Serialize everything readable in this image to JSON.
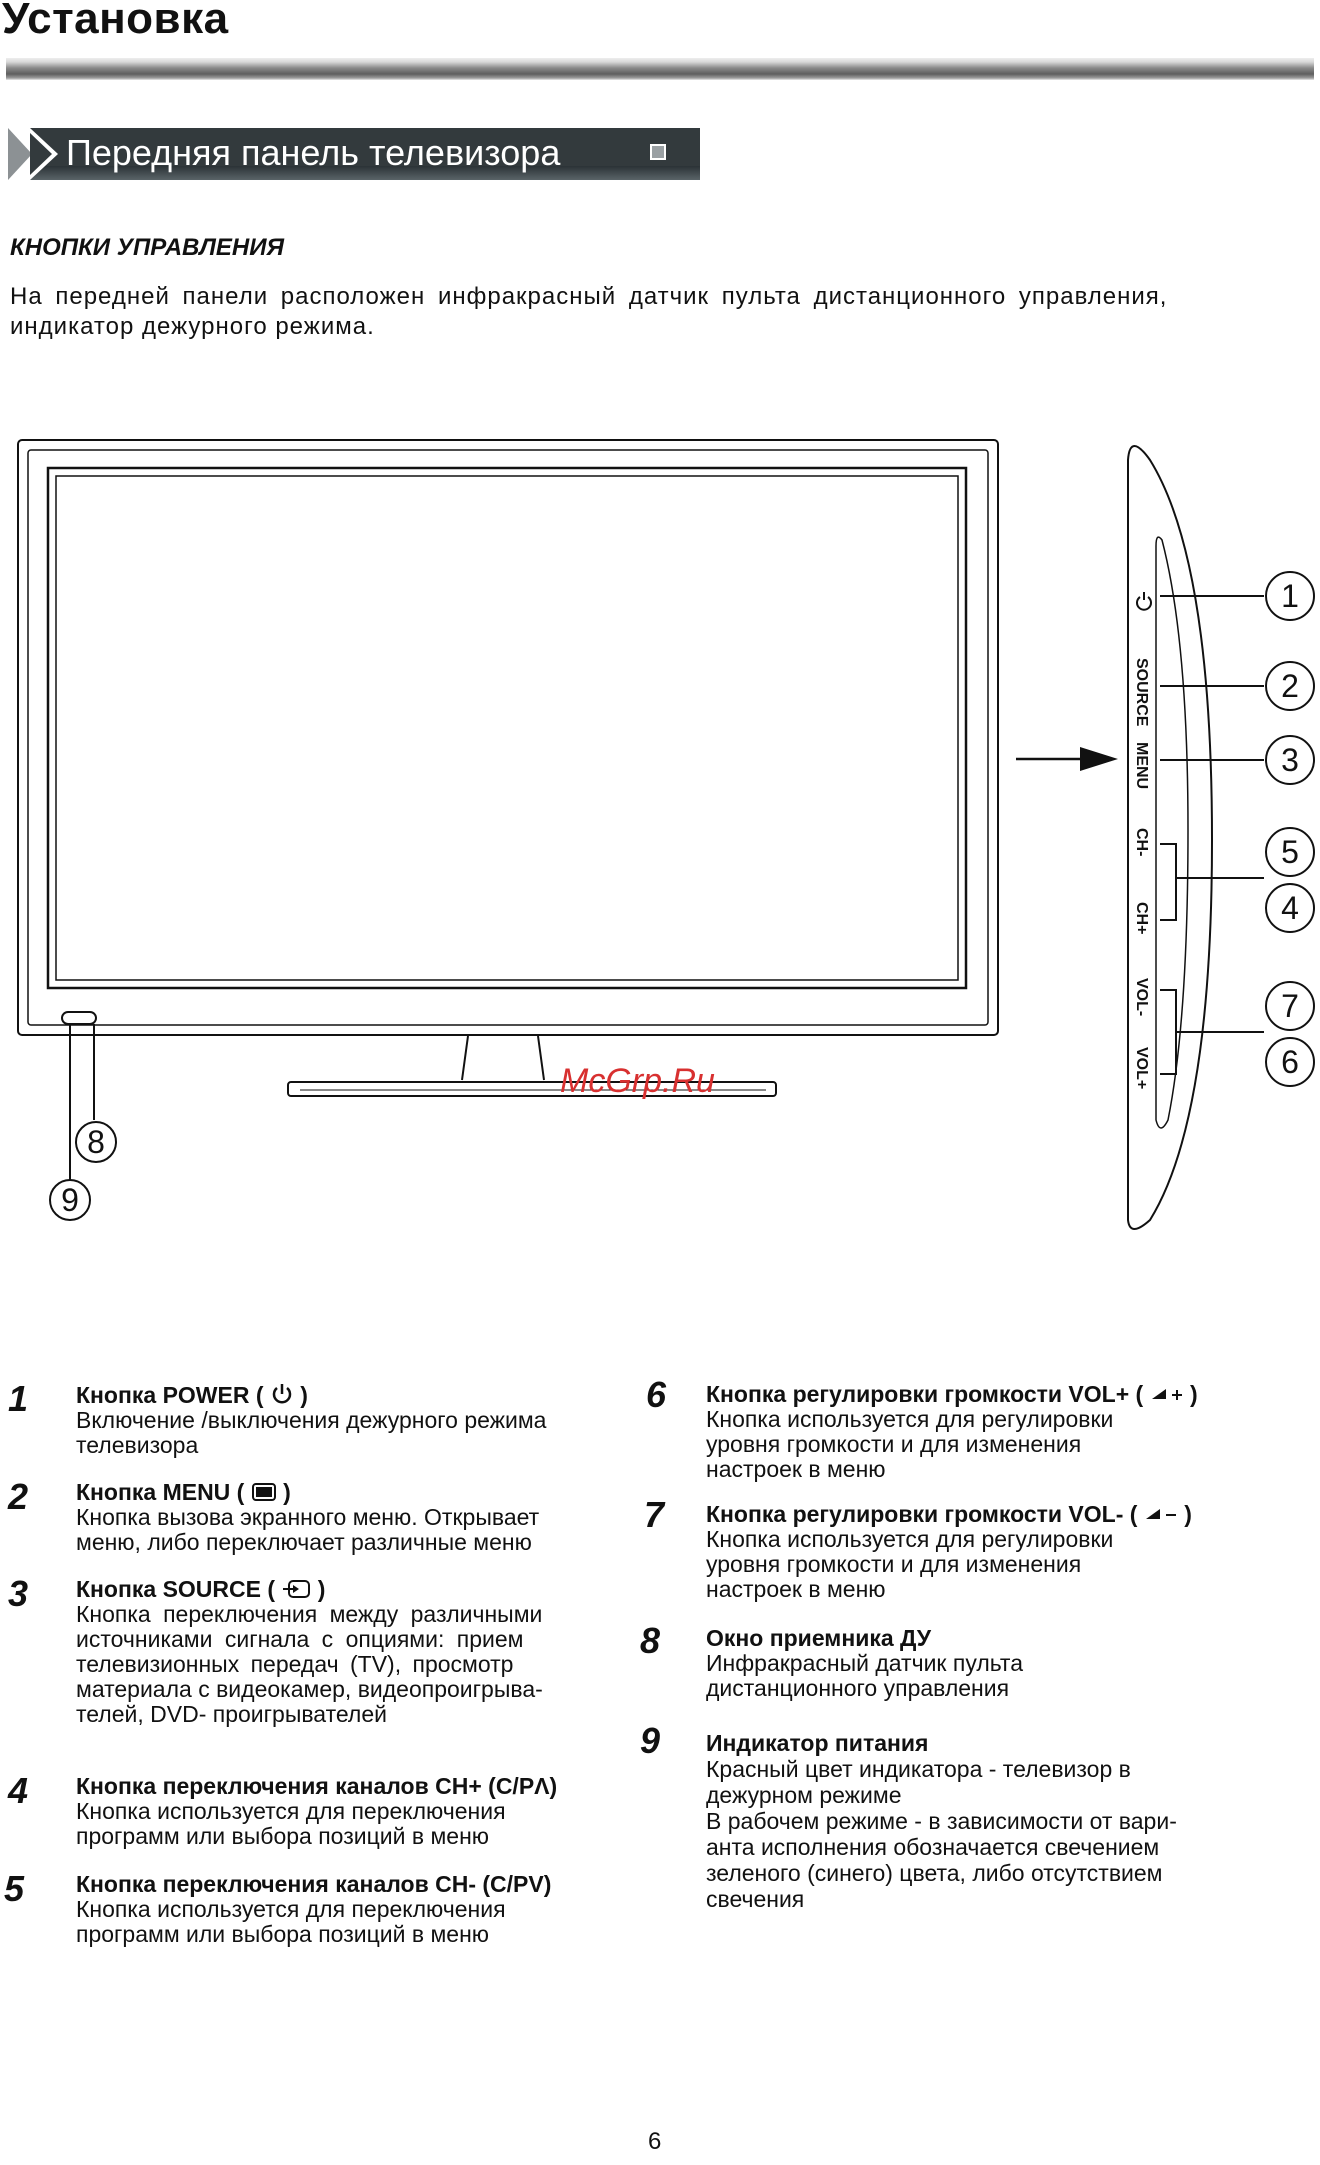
{
  "header": {
    "title": "Установка"
  },
  "section": {
    "title": "Передняя панель телевизора",
    "icon": "square-icon"
  },
  "subheading": "КНОПКИ УПРАВЛЕНИЯ",
  "intro": {
    "line1": "На передней панели расположен инфракрасный датчик пульта дистанционного управления,",
    "line2": "индикатор дежурного режима."
  },
  "diagram": {
    "panel_labels": {
      "source": "SOURCE",
      "menu": "MENU",
      "ch_minus": "CH-",
      "ch_plus": "CH+",
      "vol_minus": "VOL-",
      "vol_plus": "VOL+"
    },
    "callouts": [
      "1",
      "2",
      "3",
      "5",
      "4",
      "7",
      "6",
      "8",
      "9"
    ],
    "watermark": "McGrp.Ru"
  },
  "items": [
    {
      "number": "1",
      "title_pre": "Кнопка POWER ( ",
      "icon": "power-icon",
      "title_post": " )",
      "lines": [
        "Включение /выключения дежурного режима",
        "телевизора"
      ]
    },
    {
      "number": "2",
      "title_pre": "Кнопка MENU ( ",
      "icon": "menu-icon",
      "title_post": " )",
      "lines": [
        "Кнопка вызова экранного меню. Открывает",
        "меню, либо переключает различные меню"
      ]
    },
    {
      "number": "3",
      "title_pre": "Кнопка SOURCE ( ",
      "icon": "source-icon",
      "title_post": " )",
      "lines": [
        "Кнопка переключения между различными",
        "источниками сигнала с опциями: прием",
        "телевизионных передач (TV), просмотр",
        "материала с видеокамер, видеопроигрыва-",
        "телей, DVD- проигрывателей"
      ]
    },
    {
      "number": "4",
      "title": "Кнопка переключения каналов  CH+ (C/PΛ)",
      "lines": [
        "Кнопка   используется для переключения",
        "программ или выбора позиций в меню"
      ]
    },
    {
      "number": "5",
      "title": "Кнопка переключения каналов  CH- (C/PV)",
      "lines": [
        "Кнопка   используется для переключения",
        "программ или выбора позиций в меню"
      ]
    },
    {
      "number": "6",
      "title_pre": "Кнопка регулировки громкости VOL+ ( ",
      "icon": "volume-up-icon",
      "title_post": " )",
      "lines": [
        "Кнопка  используется   для регулировки",
        "уровня громкости и для изменения",
        "настроек в меню"
      ]
    },
    {
      "number": "7",
      "title_pre": "Кнопка регулировки громкости VOL- ( ",
      "icon": "volume-down-icon",
      "title_post": " )",
      "lines": [
        "Кнопка  используется   для регулировки",
        "уровня громкости и для изменения",
        "настроек в меню"
      ]
    },
    {
      "number": "8",
      "title": "Окно приемника ДУ",
      "lines": [
        "Инфракрасный датчик пульта",
        "дистанционного управления"
      ]
    },
    {
      "number": "9",
      "title": "Индикатор питания",
      "lines": [
        "Красный  цвет  индикатора  -  телевизор  в",
        "дежурном режиме",
        "В рабочем режиме  -  в зависимости от вари-",
        "анта исполнения обозначается свечением",
        "зеленого (синего) цвета, либо отсутствием",
        "свечения"
      ]
    }
  ],
  "footer": {
    "page_number": "6"
  }
}
